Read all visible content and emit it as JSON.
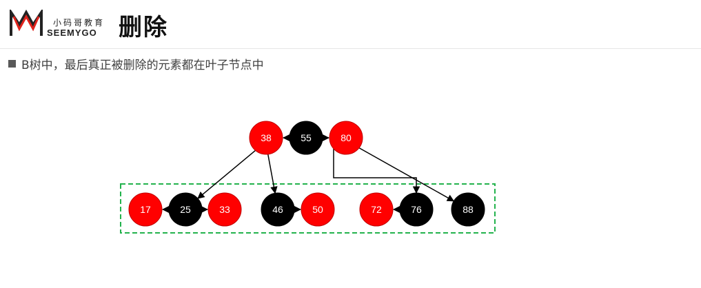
{
  "header": {
    "logo_cn": "小码哥教育",
    "logo_en": "SEEMYGO",
    "title": "删除"
  },
  "bullet": "B树中，最后真正被删除的元素都在叶子节点中",
  "colors": {
    "red": "#ff0000",
    "black": "#000000",
    "dashed_box": "#22b24c",
    "logo_red": "#e0221b"
  },
  "tree": {
    "root": [
      {
        "key": "38",
        "color": "red"
      },
      {
        "key": "55",
        "color": "black"
      },
      {
        "key": "80",
        "color": "red"
      }
    ],
    "leaves": [
      {
        "key": "17",
        "color": "red"
      },
      {
        "key": "25",
        "color": "black"
      },
      {
        "key": "33",
        "color": "red"
      },
      {
        "key": "46",
        "color": "black"
      },
      {
        "key": "50",
        "color": "red"
      },
      {
        "key": "72",
        "color": "red"
      },
      {
        "key": "76",
        "color": "black"
      },
      {
        "key": "88",
        "color": "black"
      }
    ],
    "links": [
      {
        "from": "38",
        "to": "25"
      },
      {
        "from": "38",
        "to": "46"
      },
      {
        "from": "80",
        "to": "76"
      },
      {
        "from": "80",
        "to": "88"
      }
    ],
    "pairs": [
      {
        "left": "38",
        "right": "55",
        "toward": "left"
      },
      {
        "left": "55",
        "right": "80",
        "toward": "right"
      },
      {
        "left": "17",
        "right": "25",
        "toward": "left"
      },
      {
        "left": "25",
        "right": "33",
        "toward": "right"
      },
      {
        "left": "46",
        "right": "50",
        "toward": "right"
      },
      {
        "left": "72",
        "right": "76",
        "toward": "left"
      }
    ]
  }
}
